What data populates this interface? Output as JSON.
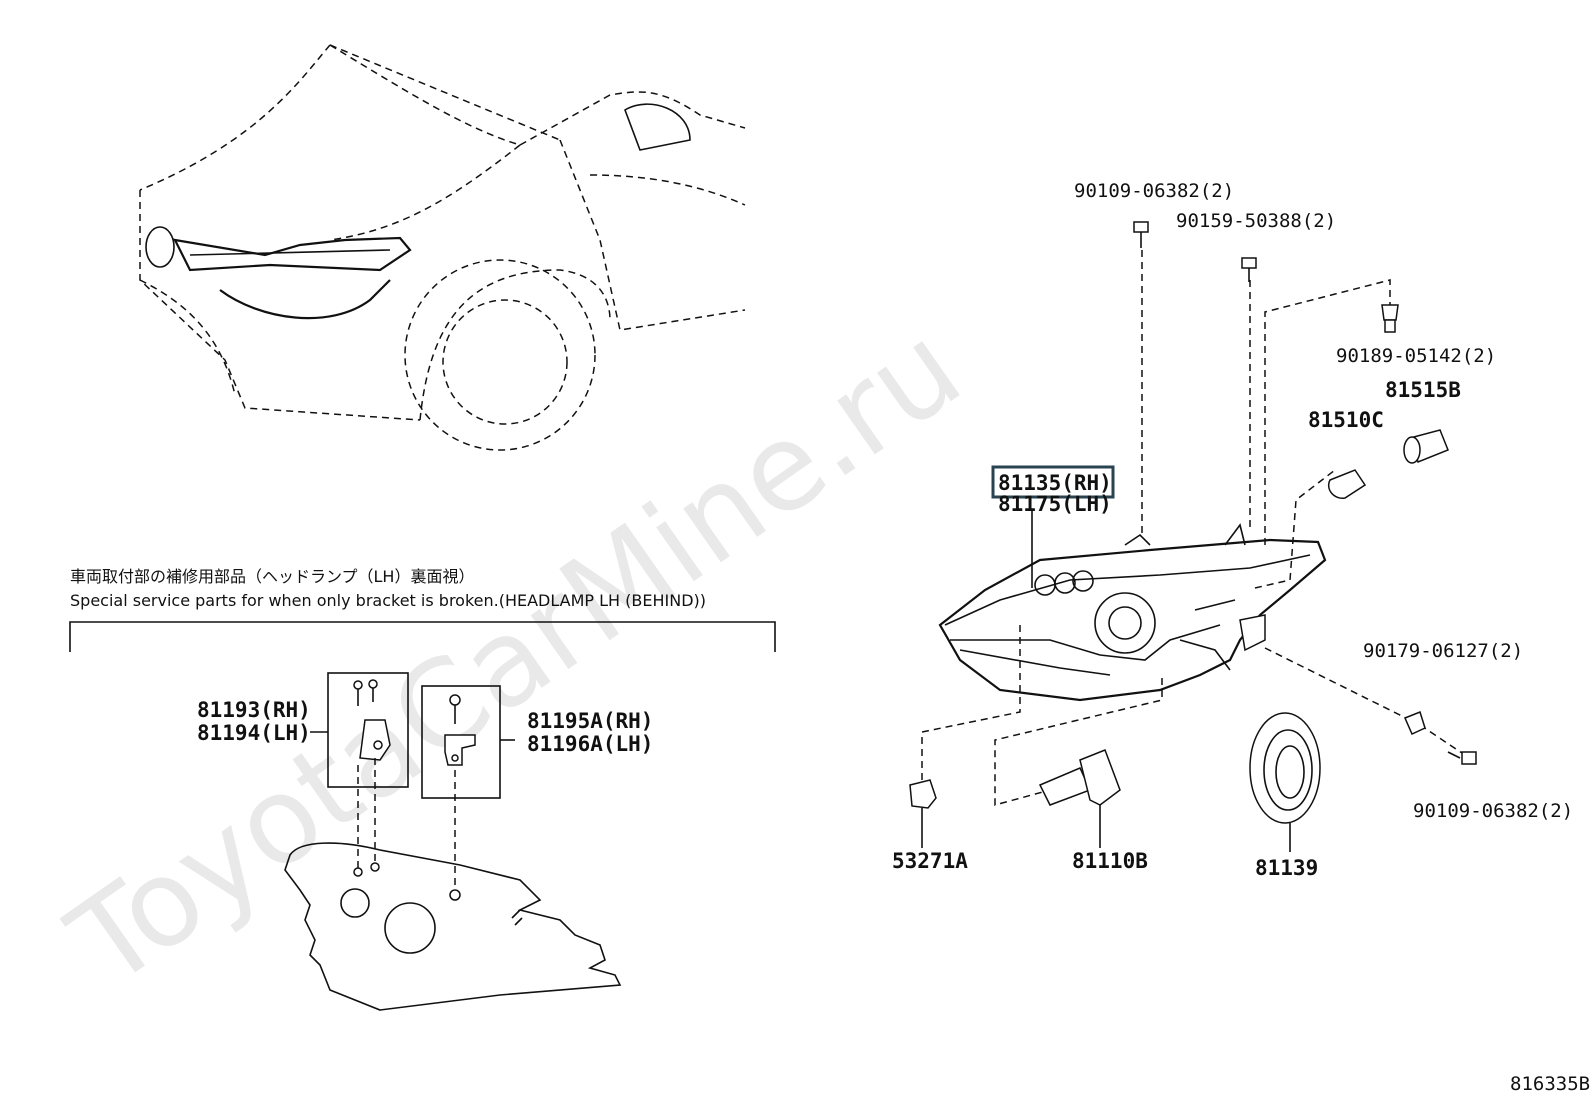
{
  "watermark": "ToyotaCarMine.ru",
  "note": {
    "jp": "車両取付部の補修用部品（ヘッドランプ（LH）裏面視）",
    "en": "Special service parts for when only bracket is broken.(HEADLAMP LH (BEHIND))"
  },
  "labels": {
    "p90109_top": "90109-06382(2)",
    "p90159": "90159-50388(2)",
    "p90189": "90189-05142(2)",
    "p81515B": "81515B",
    "p81510C": "81510C",
    "p81135": "81135(RH)",
    "p81175": "81175(LH)",
    "p90179": "90179-06127(2)",
    "p90109_bot": "90109-06382(2)",
    "p53271A": "53271A",
    "p81110B": "81110B",
    "p81139": "81139",
    "p81193": "81193(RH)",
    "p81194": "81194(LH)",
    "p81195A": "81195A(RH)",
    "p81196A": "81196A(LH)"
  },
  "figure_id": "816335B"
}
